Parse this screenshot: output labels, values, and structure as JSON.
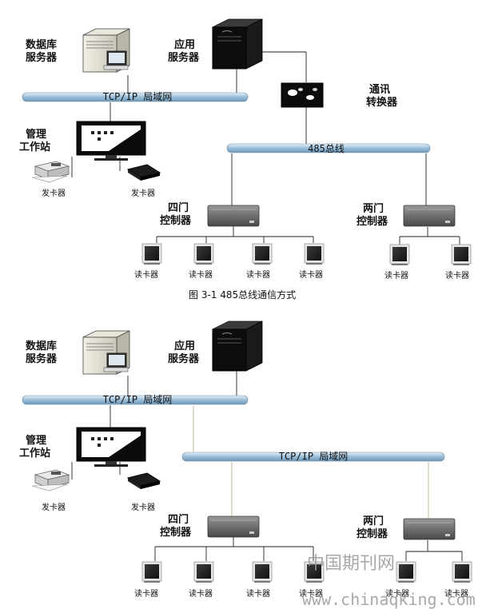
{
  "fig1": {
    "db_server": [
      "数据库",
      "服务器"
    ],
    "app_server": [
      "应用",
      "服务器"
    ],
    "lan_bus": "TCP/IP 局域网",
    "converter": [
      "通讯",
      "转换器"
    ],
    "workstation": [
      "管理",
      "工作站"
    ],
    "card_issuer_1": "发卡器",
    "card_issuer_2": "发卡器",
    "rs485_bus": "485总线",
    "four_door": [
      "四门",
      "控制器"
    ],
    "two_door": [
      "两门",
      "控制器"
    ],
    "reader": "读卡器",
    "caption": "图 3-1 485总线通信方式"
  },
  "fig2": {
    "db_server": [
      "数据库",
      "服务器"
    ],
    "app_server": [
      "应用",
      "服务器"
    ],
    "lan_bus_top": "TCP/IP 局域网",
    "lan_bus_mid": "TCP/IP 局域网",
    "workstation": [
      "管理",
      "工作站"
    ],
    "card_issuer_1": "发卡器",
    "card_issuer_2": "发卡器",
    "four_door": [
      "四门",
      "控制器"
    ],
    "two_door": [
      "两门",
      "控制器"
    ],
    "reader": "读卡器"
  },
  "watermark": {
    "cn": "中国期刊网",
    "url": "www.chinaqking.com"
  }
}
